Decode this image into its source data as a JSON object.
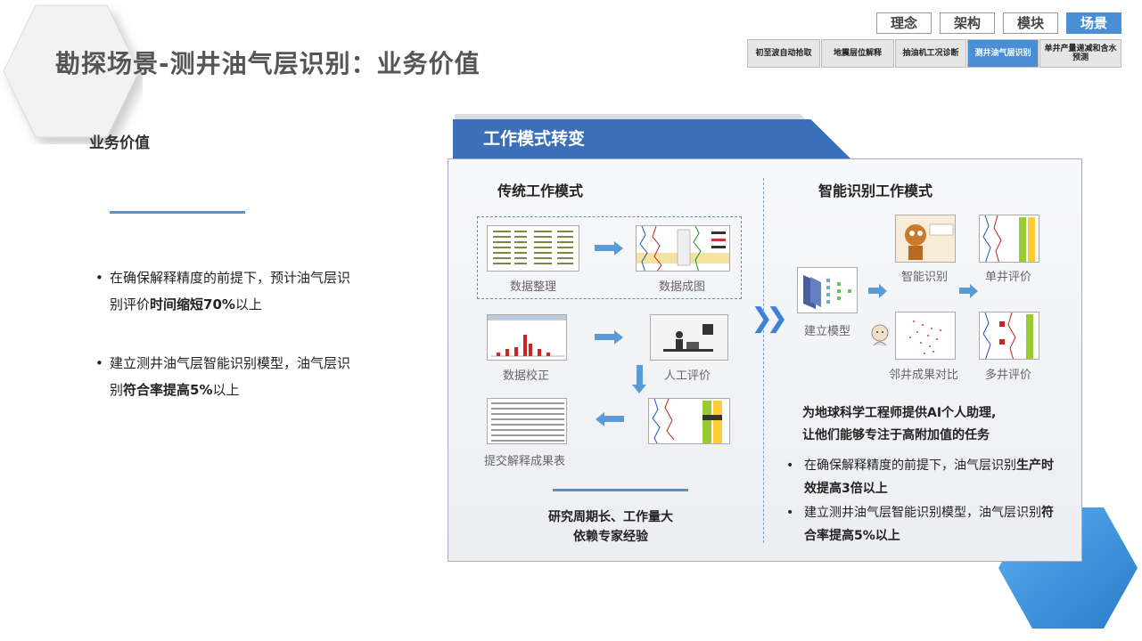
{
  "title": "勘探场景-测井油气层识别：业务价值",
  "nav": {
    "buttons": [
      "理念",
      "架构",
      "模块",
      "场景"
    ],
    "active": "场景",
    "active_color": "#4a8fd6",
    "subtabs": [
      "初至波自动拾取",
      "地震层位解释",
      "抽油机工况诊断",
      "测井油气层识别",
      "单井产量递减和含水预测"
    ],
    "active_subtab": "测井油气层识别"
  },
  "left": {
    "heading": "业务价值",
    "bullets": [
      {
        "pre": "在确保解释精度的前提下，预计油气层识别评价",
        "bold": "时间缩短70%",
        "post": "以上"
      },
      {
        "pre": "建立测井油气层智能识别模型，油气层识别",
        "bold": "符合率提高5%",
        "post": "以上"
      }
    ]
  },
  "panel": {
    "banner": "工作模式转变",
    "traditional": {
      "title": "传统工作模式",
      "captions": [
        "数据整理",
        "数据成图",
        "数据校正",
        "人工评价",
        "提交解释成果表"
      ],
      "footer_line1": "研究周期长、工作量大",
      "footer_line2": "依赖专家经验"
    },
    "smart": {
      "title": "智能识别工作模式",
      "captions": [
        "智能识别",
        "单井评价",
        "建立模型",
        "邻井成果对比",
        "多井评价"
      ],
      "heading_line1": "为地球科学工程师提供AI个人助理,",
      "heading_line2": "让他们能够专注于高附加值的任务",
      "bullets": [
        {
          "pre": "在确保解释精度的前提下，油气层识别",
          "bold": "生产时效提高3倍以上",
          "post": ""
        },
        {
          "pre": "建立测井油气层智能识别模型，油气层识别",
          "bold": "符合率提高5%以上",
          "post": ""
        }
      ]
    }
  },
  "colors": {
    "accent": "#3b6fb8",
    "arrow": "#5b9bd5",
    "hex": "#3a8fd8"
  }
}
